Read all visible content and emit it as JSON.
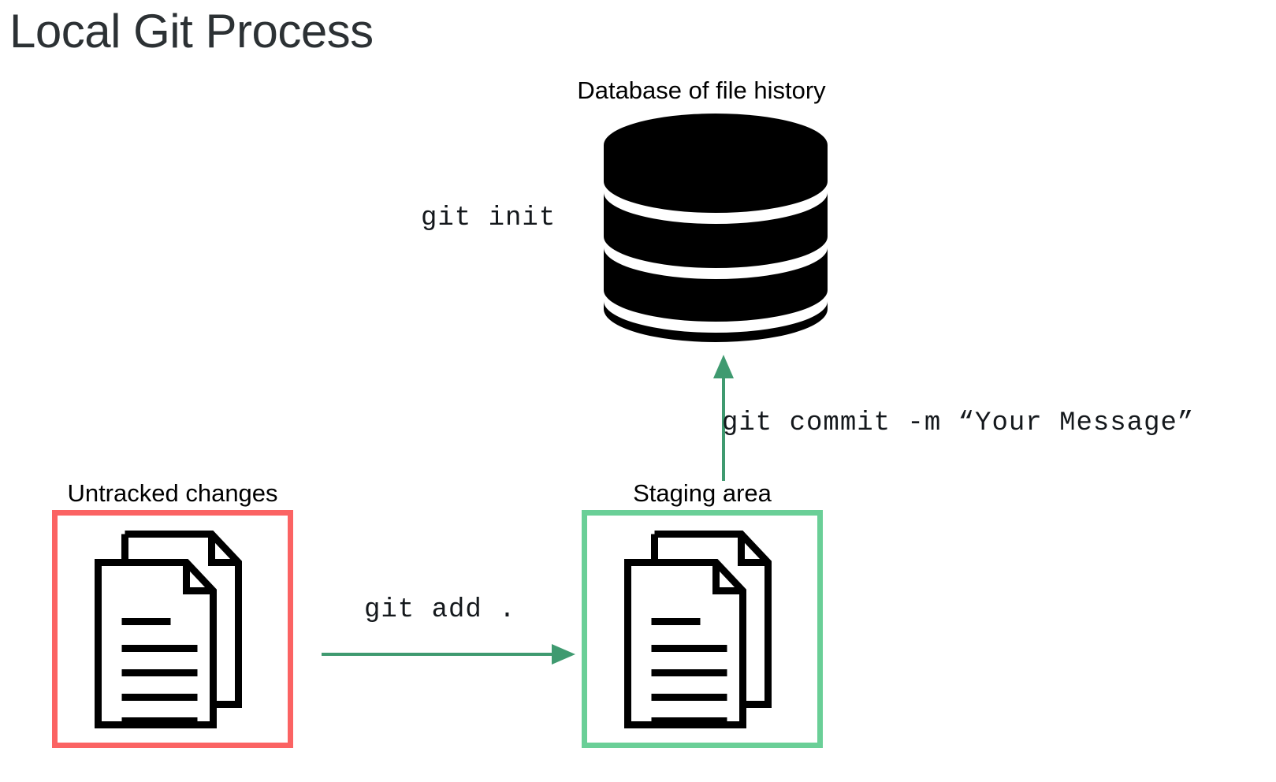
{
  "slide": {
    "title": "Local Git Process",
    "background_color": "#ffffff",
    "title_color": "#2c3134"
  },
  "colors": {
    "untracked_border": "#fb6363",
    "staging_border": "#6acf97",
    "arrow_green": "#3f9a70",
    "icon_black": "#000000",
    "label_black": "#000000"
  },
  "nodes": {
    "database": {
      "label": "Database of file history",
      "icon": "database-cylinder-icon"
    },
    "untracked": {
      "label": "Untracked changes",
      "icon": "documents-icon",
      "border_color": "#fb6363"
    },
    "staging": {
      "label": "Staging area",
      "icon": "documents-icon",
      "border_color": "#6acf97"
    }
  },
  "commands": {
    "init": "git init",
    "commit": "git commit -m “Your Message”",
    "add": "git add ."
  },
  "arrows": [
    {
      "name": "arrow-staging-to-database",
      "from": "staging",
      "to": "database",
      "label": "git commit -m “Your Message”",
      "direction": "up",
      "color": "#3f9a70"
    },
    {
      "name": "arrow-untracked-to-staging",
      "from": "untracked",
      "to": "staging",
      "label": "git add .",
      "direction": "right",
      "color": "#3f9a70"
    }
  ]
}
